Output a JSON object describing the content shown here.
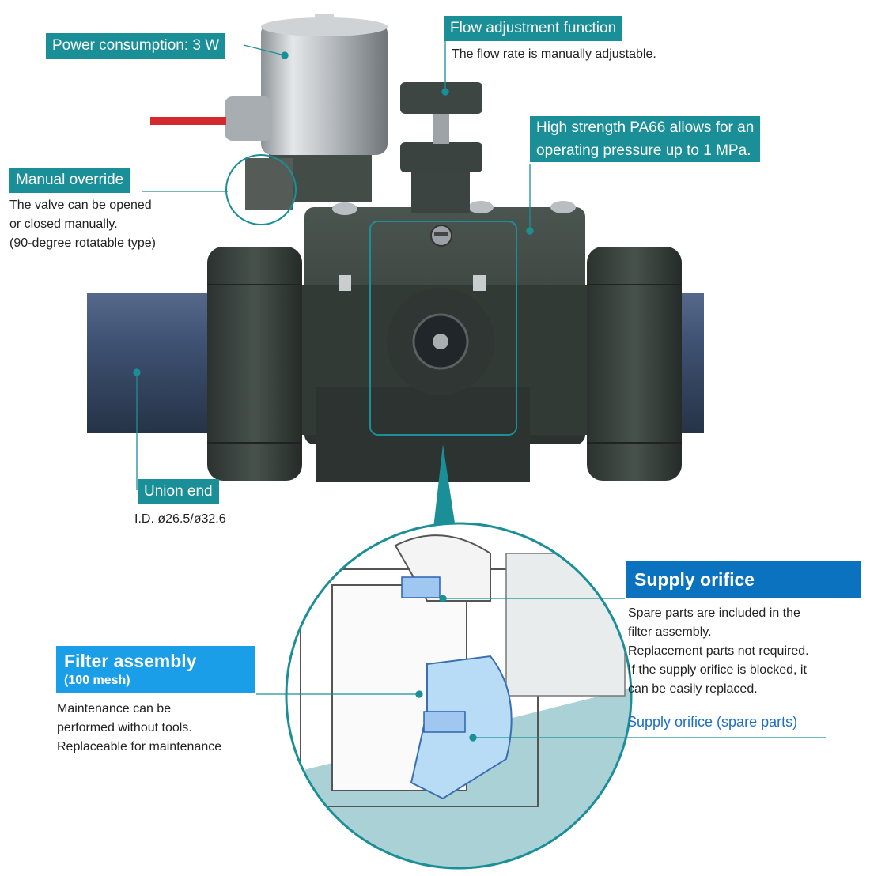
{
  "labels": {
    "power": "Power consumption: 3 W",
    "flow_title": "Flow adjustment function",
    "flow_desc": "The flow rate is manually adjustable.",
    "pa66_line1": "High strength PA66 allows for an",
    "pa66_line2": "operating pressure up to 1 MPa.",
    "manual_title": "Manual override",
    "manual_desc": [
      "The valve can be opened",
      "or closed manually.",
      "(90-degree rotatable type)"
    ],
    "union_title": "Union end",
    "union_desc": "I.D. ø26.5/ø32.6",
    "supply_title": "Supply orifice",
    "supply_desc": [
      "Spare parts are included in the",
      "filter assembly.",
      "Replacement parts not required.",
      "If the supply orifice is blocked, it",
      "can be easily replaced."
    ],
    "spare_parts": "Supply orifice (spare parts)",
    "filter_title": "Filter assembly",
    "filter_sub": "(100 mesh)",
    "filter_desc": [
      "Maintenance can be",
      "performed without tools.",
      "Replaceable for maintenance"
    ]
  },
  "colors": {
    "teal": "#1b8f97",
    "supply_blue": "#0b72c0",
    "filter_blue": "#1a9ee8",
    "spare_text_blue": "#1e6fc0",
    "valve_body": "#3a433f",
    "pipe": "#3d5170"
  }
}
